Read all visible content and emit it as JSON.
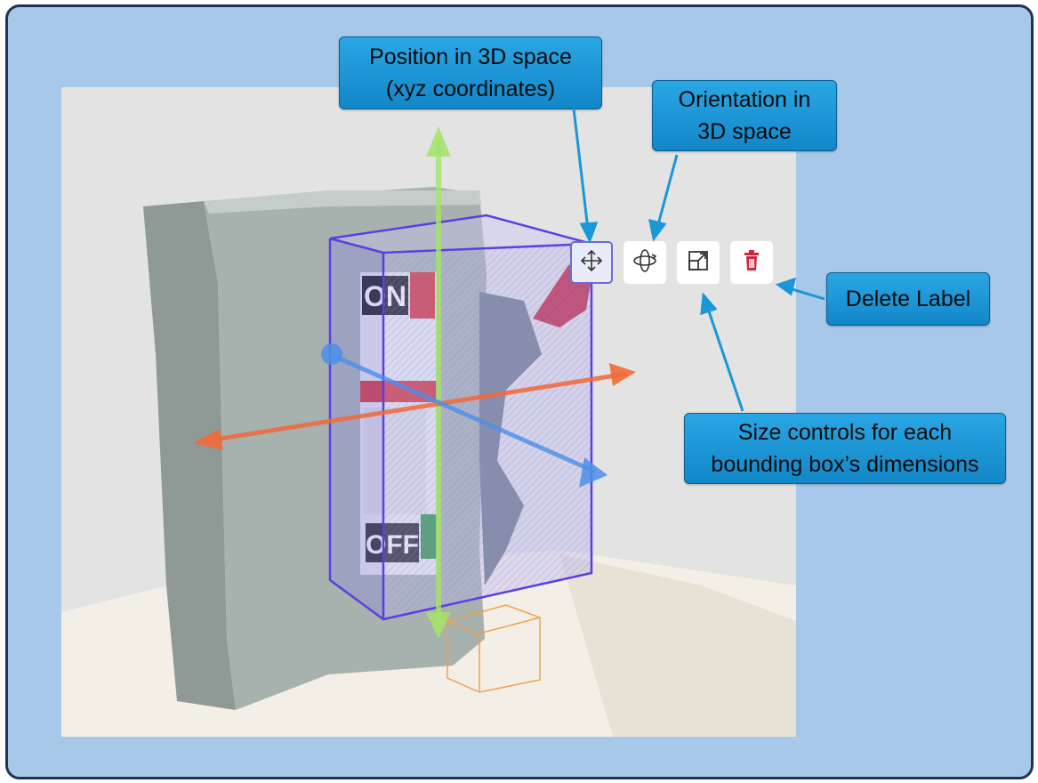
{
  "callouts": {
    "position": {
      "line1": "Position in 3D space",
      "line2": "(xyz coordinates)"
    },
    "orientation": {
      "line1": "Orientation in",
      "line2": "3D space"
    },
    "delete": {
      "line1": "Delete Label"
    },
    "size": {
      "line1": "Size controls for each",
      "line2": "bounding box’s dimensions"
    }
  },
  "toolbar": {
    "buttons": [
      {
        "icon": "move-icon",
        "active": true
      },
      {
        "icon": "rotate-icon",
        "active": false
      },
      {
        "icon": "resize-icon",
        "active": false
      },
      {
        "icon": "trash-icon",
        "active": false
      }
    ]
  },
  "scene": {
    "labels": {
      "on": "ON",
      "off": "OFF"
    }
  },
  "colors": {
    "frame_bg": "#a7c8e8",
    "callout": "#1a97d6",
    "bbox": "#5b3fe0",
    "axis_x": "#f06a3a",
    "axis_y": "#a5e36a",
    "axis_z": "#4d8fe8",
    "delete_red": "#d0263a"
  }
}
